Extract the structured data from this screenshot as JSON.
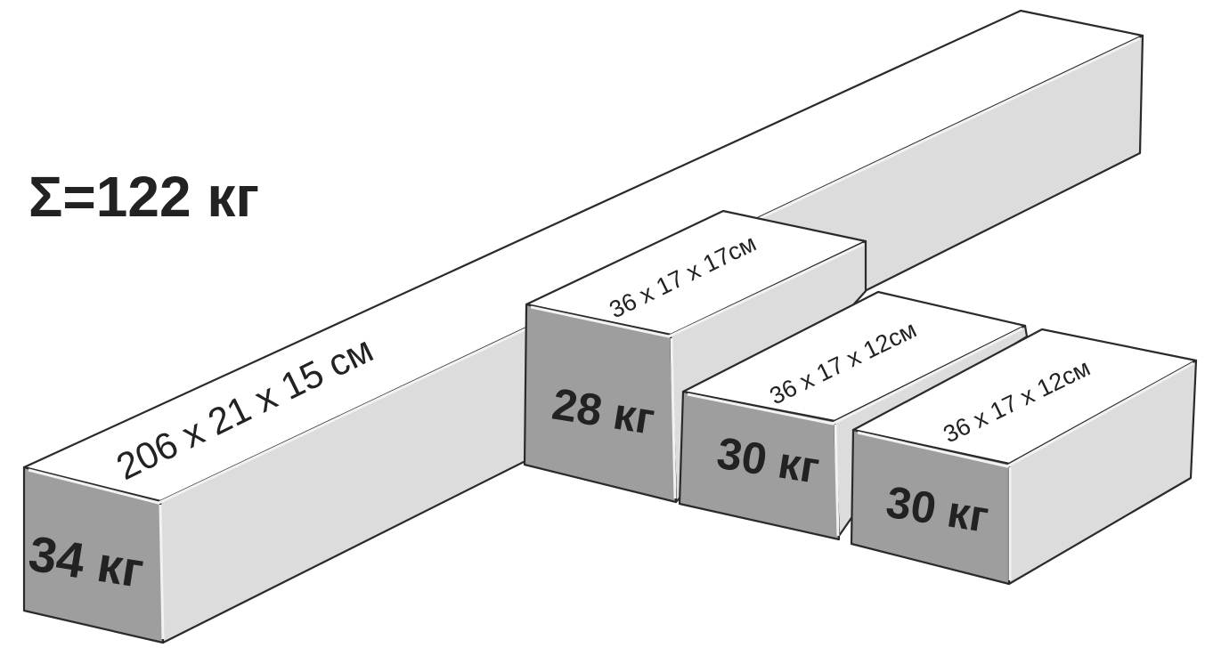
{
  "total": "Σ=122 кг",
  "packages": [
    {
      "dimensions": "206 x 21 x 15 см",
      "weight": "34 кг"
    },
    {
      "dimensions": "36 x 17 x 17см",
      "weight": "28 кг"
    },
    {
      "dimensions": "36 x 17 x 12см",
      "weight": "30 кг"
    },
    {
      "dimensions": "36 x 17 x 12см",
      "weight": "30 кг"
    }
  ]
}
